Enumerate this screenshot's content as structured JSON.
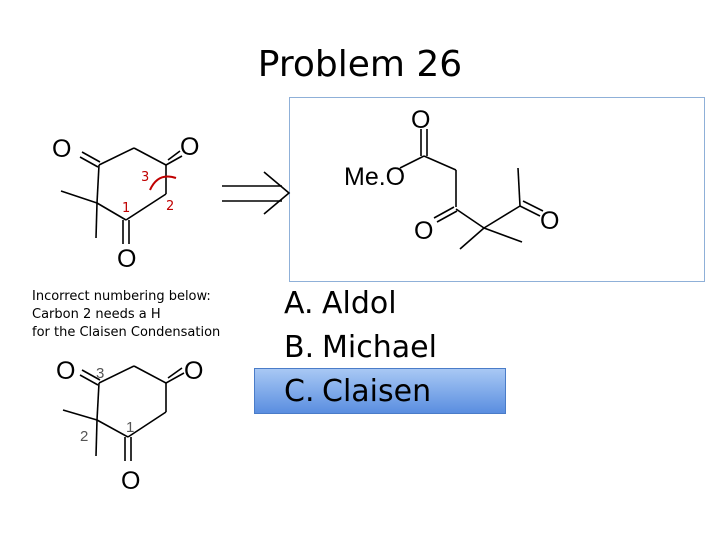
{
  "title": "Problem 26",
  "reactant": {
    "atoms": [
      "O",
      "O",
      "O"
    ],
    "numbers": [
      "3",
      "1",
      "2"
    ]
  },
  "product": {
    "atoms": [
      "O",
      "Me.O",
      "O",
      "O"
    ]
  },
  "note": {
    "lines": [
      "Incorrect numbering below:",
      "Carbon 2 needs a H",
      "for the Claisen Condensation"
    ]
  },
  "incorrect": {
    "atoms": [
      "O",
      "O",
      "O"
    ],
    "numbers": [
      "3",
      "2",
      "1"
    ]
  },
  "choices": [
    {
      "letter": "A.",
      "text": "Aldol"
    },
    {
      "letter": "B.",
      "text": "Michael"
    },
    {
      "letter": "C.",
      "text": "Claisen",
      "selected": true
    }
  ],
  "colors": {
    "numbering": "#c00000",
    "highlight": "#5a8ee0",
    "box_border": "#8fb0d8"
  }
}
